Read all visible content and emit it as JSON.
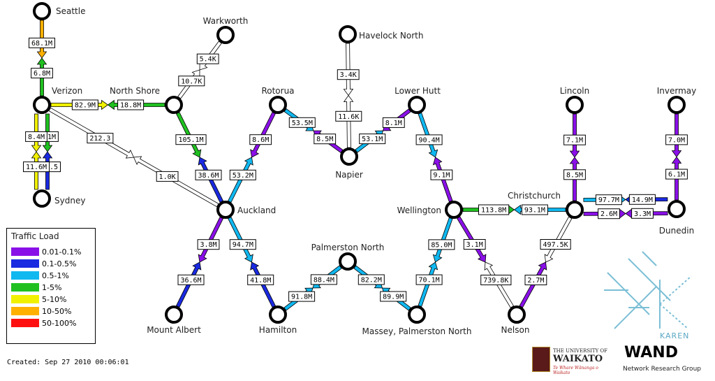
{
  "nodes": [
    {
      "id": "seattle",
      "label": "Seattle"
    },
    {
      "id": "warkworth",
      "label": "Warkworth"
    },
    {
      "id": "havelock",
      "label": "Havelock North"
    },
    {
      "id": "verizon",
      "label": "Verizon"
    },
    {
      "id": "northshore",
      "label": "North Shore"
    },
    {
      "id": "rotorua",
      "label": "Rotorua"
    },
    {
      "id": "lowerhutt",
      "label": "Lower Hutt"
    },
    {
      "id": "lincoln",
      "label": "Lincoln"
    },
    {
      "id": "invermay",
      "label": "Invermay"
    },
    {
      "id": "sydney",
      "label": "Sydney"
    },
    {
      "id": "napier",
      "label": "Napier"
    },
    {
      "id": "christchurch",
      "label": "Christchurch"
    },
    {
      "id": "auckland",
      "label": "Auckland"
    },
    {
      "id": "wellington",
      "label": "Wellington"
    },
    {
      "id": "dunedin",
      "label": "Dunedin"
    },
    {
      "id": "palmerston",
      "label": "Palmerston North"
    },
    {
      "id": "mtalbert",
      "label": "Mount Albert"
    },
    {
      "id": "hamilton",
      "label": "Hamilton"
    },
    {
      "id": "massey",
      "label": "Massey, Palmerston North"
    },
    {
      "id": "nelson",
      "label": "Nelson"
    }
  ],
  "links": [
    {
      "from": "seattle",
      "to": "verizon",
      "label_a": "68.1M",
      "color_a": "#ffb000",
      "label_b": "6.8M",
      "color_b": "#20c020"
    },
    {
      "from": "verizon",
      "to": "northshore",
      "label_a": "82.9M",
      "color_a": "#f0f000",
      "label_b": "18.8M",
      "color_b": "#20c020"
    },
    {
      "from": "verizon",
      "to": "sydney",
      "label_a": "2.1M",
      "color_a": "#20c020",
      "label_b": "379.5",
      "color_b": "#1a2ae0",
      "offset": -8
    },
    {
      "from": "verizon",
      "to": "sydney",
      "label_a": "8.4M",
      "color_a": "#f0f000",
      "label_b": "11.6M",
      "color_b": "#f0f000",
      "offset": 8
    },
    {
      "from": "verizon",
      "to": "auckland",
      "label_a": "212.3",
      "color_a": "#ffffff",
      "label_b": "1.0K",
      "color_b": "#ffffff"
    },
    {
      "from": "warkworth",
      "to": "northshore",
      "label_a": "5.4K",
      "color_a": "#ffffff",
      "label_b": "10.7K",
      "color_b": "#ffffff"
    },
    {
      "from": "northshore",
      "to": "auckland",
      "label_a": "105.1M",
      "color_a": "#20c020",
      "label_b": "38.6M",
      "color_b": "#1a2ae0"
    },
    {
      "from": "rotorua",
      "to": "auckland",
      "label_a": "8.6M",
      "color_a": "#8a10e8",
      "label_b": "53.2M",
      "color_b": "#10b8f0"
    },
    {
      "from": "rotorua",
      "to": "napier",
      "label_a": "53.5M",
      "color_a": "#10b8f0",
      "label_b": "8.5M",
      "color_b": "#8a10e8"
    },
    {
      "from": "havelock",
      "to": "napier",
      "label_a": "3.4K",
      "color_a": "#ffffff",
      "label_b": "11.6K",
      "color_b": "#ffffff"
    },
    {
      "from": "lowerhutt",
      "to": "napier",
      "label_a": "8.1M",
      "color_a": "#8a10e8",
      "label_b": "53.1M",
      "color_b": "#10b8f0"
    },
    {
      "from": "lowerhutt",
      "to": "wellington",
      "label_a": "90.4M",
      "color_a": "#10b8f0",
      "label_b": "9.1M",
      "color_b": "#8a10e8"
    },
    {
      "from": "lincoln",
      "to": "christchurch",
      "label_a": "7.1M",
      "color_a": "#8a10e8",
      "label_b": "8.5M",
      "color_b": "#8a10e8"
    },
    {
      "from": "invermay",
      "to": "dunedin",
      "label_a": "7.0M",
      "color_a": "#8a10e8",
      "label_b": "6.1M",
      "color_b": "#8a10e8"
    },
    {
      "from": "wellington",
      "to": "christchurch",
      "label_a": "113.8M",
      "color_a": "#20c020",
      "label_b": "93.1M",
      "color_b": "#10b8f0"
    },
    {
      "from": "christchurch",
      "to": "dunedin",
      "label_a": "97.7M",
      "color_a": "#10b8f0",
      "label_b": "14.9M",
      "color_b": "#1a2ae0",
      "offset": -14
    },
    {
      "from": "christchurch",
      "to": "dunedin",
      "label_a": "2.6M",
      "color_a": "#8a10e8",
      "label_b": "3.3M",
      "color_b": "#8a10e8",
      "offset": 6
    },
    {
      "from": "auckland",
      "to": "mtalbert",
      "label_a": "3.8M",
      "color_a": "#8a10e8",
      "label_b": "36.6M",
      "color_b": "#1a2ae0"
    },
    {
      "from": "auckland",
      "to": "hamilton",
      "label_a": "94.7M",
      "color_a": "#10b8f0",
      "label_b": "41.8M",
      "color_b": "#1a2ae0"
    },
    {
      "from": "hamilton",
      "to": "palmerston",
      "label_a": "91.8M",
      "color_a": "#10b8f0",
      "label_b": "88.4M",
      "color_b": "#10b8f0"
    },
    {
      "from": "palmerston",
      "to": "massey",
      "label_a": "82.2M",
      "color_a": "#10b8f0",
      "label_b": "89.9M",
      "color_b": "#10b8f0"
    },
    {
      "from": "massey",
      "to": "wellington",
      "label_a": "70.1M",
      "color_a": "#10b8f0",
      "label_b": "85.0M",
      "color_b": "#10b8f0"
    },
    {
      "from": "wellington",
      "to": "nelson",
      "label_a": "3.1M",
      "color_a": "#8a10e8",
      "label_b": "739.8K",
      "color_b": "#ffffff"
    },
    {
      "from": "christchurch",
      "to": "nelson",
      "label_a": "497.5K",
      "color_a": "#ffffff",
      "label_b": "2.7M",
      "color_b": "#8a10e8"
    }
  ],
  "legend": {
    "title": "Traffic Load",
    "items": [
      {
        "label": "0.01-0.1%",
        "color": "#8a10e8"
      },
      {
        "label": "0.1-0.5%",
        "color": "#1a2ae0"
      },
      {
        "label": "0.5-1%",
        "color": "#10b8f0"
      },
      {
        "label": "1-5%",
        "color": "#20c020"
      },
      {
        "label": "5-10%",
        "color": "#f0f000"
      },
      {
        "label": "10-50%",
        "color": "#ffb000"
      },
      {
        "label": "50-100%",
        "color": "#ff1010"
      }
    ]
  },
  "created": "Created: Sep 27 2010 00:06:01",
  "logos": {
    "karen": "KAREN",
    "waikato_line1": "THE UNIVERSITY OF",
    "waikato_line2": "WAIKATO",
    "waikato_line3": "Te Whare Wānanga o Waikato",
    "wand": "WAND",
    "wand_sub": "Network Research Group"
  }
}
